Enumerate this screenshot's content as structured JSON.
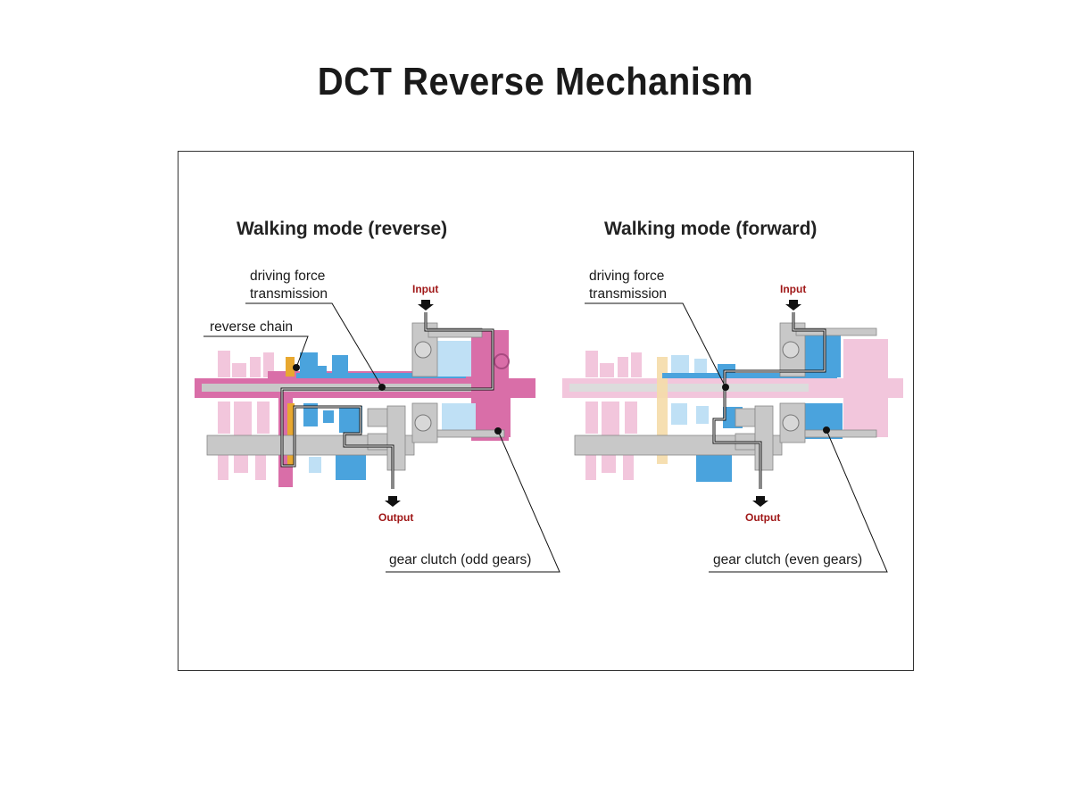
{
  "title": "DCT Reverse Mechanism",
  "colors": {
    "active_pink": "#d96ea8",
    "faded_pink": "#f2c6dc",
    "active_blue": "#4aa3dd",
    "faded_blue": "#bfe0f5",
    "gray": "#c8c8c8",
    "chain_orange": "#e8a830",
    "io_red": "#a01818",
    "path_black": "#111111"
  },
  "panels": [
    {
      "title": "Walking mode (reverse)",
      "labels": {
        "driving_force": [
          "driving force",
          "transmission"
        ],
        "reverse_chain": "reverse chain",
        "input": "Input",
        "output": "Output",
        "clutch": "gear clutch (odd gears)"
      }
    },
    {
      "title": "Walking mode (forward)",
      "labels": {
        "driving_force": [
          "driving force",
          "transmission"
        ],
        "input": "Input",
        "output": "Output",
        "clutch": "gear clutch (even gears)"
      }
    }
  ]
}
